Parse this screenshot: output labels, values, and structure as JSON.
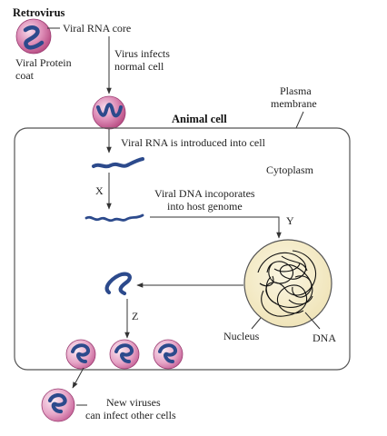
{
  "title": "Retrovirus",
  "labels": {
    "viral_rna_core": "Viral RNA core",
    "viral_protein_coat_1": "Viral Protein",
    "viral_protein_coat_2": "coat",
    "virus_infects_1": "Virus infects",
    "virus_infects_2": "normal cell",
    "plasma_membrane_1": "Plasma",
    "plasma_membrane_2": "membrane",
    "animal_cell": "Animal cell",
    "viral_rna_introduced": "Viral RNA is introduced into cell",
    "cytoplasm": "Cytoplasm",
    "step_x": "X",
    "viral_dna_1": "Viral DNA incoporates",
    "viral_dna_2": "into host genome",
    "step_y": "Y",
    "step_z": "Z",
    "nucleus": "Nucleus",
    "dna": "DNA",
    "new_viruses_1": "New viruses",
    "new_viruses_2": "can infect other cells"
  },
  "colors": {
    "virus_coat": "#c4548f",
    "virus_coat_light": "#f3d2e4",
    "viral_rna": "#2c4a8c",
    "nucleus_fill": "#f6efcf",
    "cell_border": "#555555"
  }
}
